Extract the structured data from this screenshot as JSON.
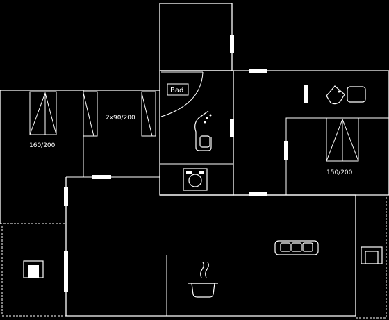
{
  "labels": {
    "bed_left": "160/200",
    "bed_bunks": "2x90/200",
    "bed_right": "150/200",
    "bath": "Bad"
  },
  "icons": {
    "sofa": "sofa-icon",
    "cooking": "cooking-pot-icon",
    "toilet_right": "toilet-icon",
    "shower": "shower-icon",
    "washing": "washing-machine-icon",
    "fireplace_left": "fireplace-icon",
    "fireplace_right": "fireplace-icon"
  }
}
